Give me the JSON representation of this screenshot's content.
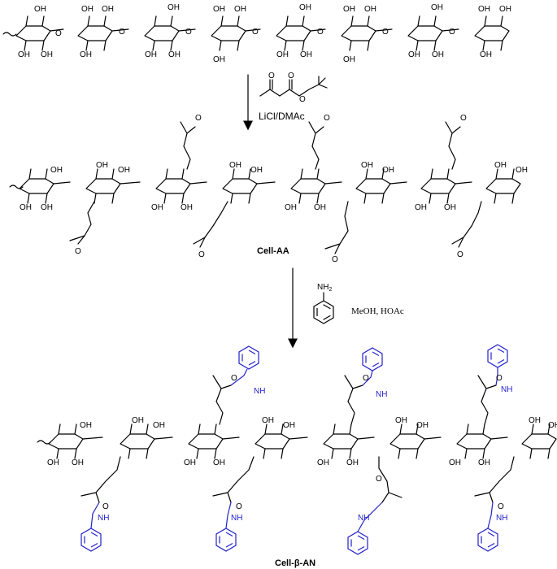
{
  "labels": {
    "oh": "OH",
    "o": "O",
    "nh": "NH",
    "nh2": "NH",
    "nh2_sub": "2"
  },
  "step1": {
    "conditions": "LiCl/DMAc"
  },
  "step2": {
    "conditions": "MeOH, HOAc"
  },
  "products": {
    "first": "Cell-AA",
    "second_prefix": "Cell-",
    "second_greek": "β",
    "second_suffix": "-AN"
  },
  "colors": {
    "bond": "#000000",
    "aniline": "#2222cc"
  }
}
